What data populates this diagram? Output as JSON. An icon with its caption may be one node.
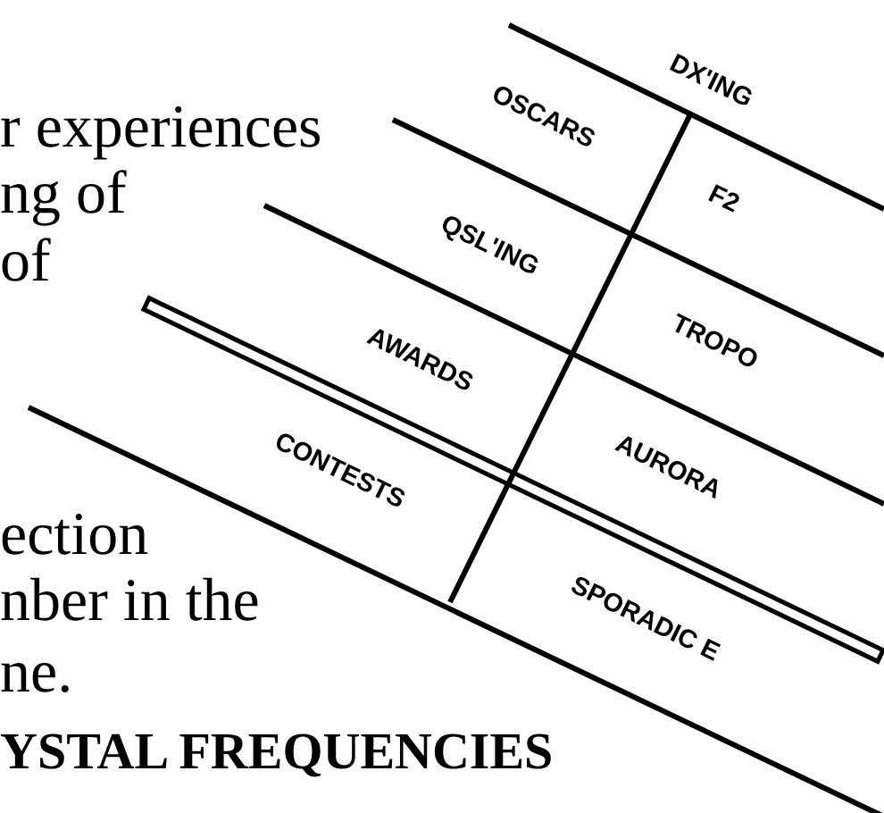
{
  "diagram": {
    "labels": [
      "r experiences",
      "ng of",
      "of",
      "ection",
      "nber in the",
      "ne.",
      "YSTAL FREQUENCIES",
      "DX'ING",
      "OSCARS",
      "F2",
      "QSL'ING",
      "TROPO",
      "AWARDS",
      "AURORA",
      "CONTESTS",
      "SPORADIC E"
    ]
  }
}
